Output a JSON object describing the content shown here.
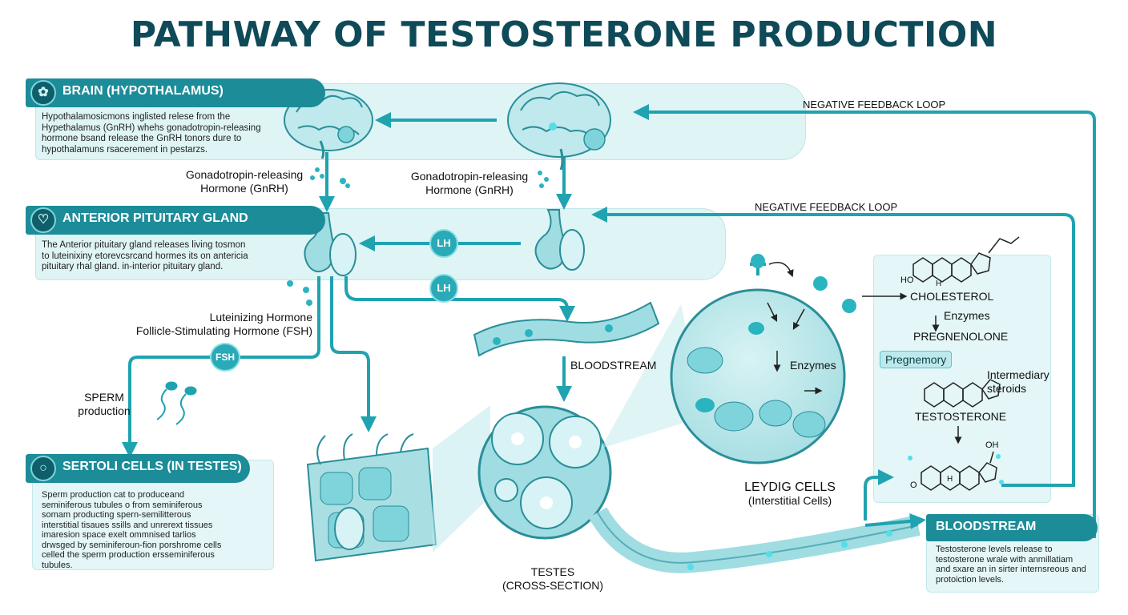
{
  "title": "PATHWAY OF TESTOSTERONE PRODUCTION",
  "colors": {
    "primary": "#1c8c99",
    "arrow": "#1fa3b0",
    "pale": "#dff4f5",
    "dark": "#0f4a58"
  },
  "hypothalamus": {
    "header": "BRAIN (HYPOTHALAMUS)",
    "icon": "brain-icon",
    "text": [
      "Hypothalamosicmons inglisted relese from the",
      "Hypethalamus (GnRH) whehs gonadotropin-releasing",
      "hormone bsand release the GnRH tonors dure to",
      "hypothalamuns rsacerement in pestarzs."
    ]
  },
  "pituitary": {
    "header": "ANTERIOR PITUITARY GLAND",
    "icon": "gland-icon",
    "text": [
      "The Anterior pituitary gland releases living tosmon",
      "to luteinixiny etorevcsrcand hormes its on antericia",
      "pituitary rhal gland. in-interior pituitary gland."
    ]
  },
  "sertoli": {
    "header": "SERTOLI CELLS (IN TESTES)",
    "icon": "cells-icon",
    "text": [
      "Sperm production cat to produceand",
      "seminiferous tubules o from seminiferous",
      "somam producting spern-semilitterous",
      "interstitial tisaues ssills and unrerext tissues",
      "imaresion space exelt ommnised tarlios",
      "drwsged by seminiferoun-fion porshrome cells",
      "celled the sperm production ersseminiferous",
      "tubules."
    ]
  },
  "bloodstream_panel": {
    "header": "BLOODSTREAM",
    "text": [
      "Testosterone levels release to",
      "testosterone wrale with anmillatiam",
      "and sxare an in sirter internsreous and",
      "protoiction levels."
    ]
  },
  "labels": {
    "gnrh_left": [
      "Gonadotropin-releasing",
      "Hormone (GnRH)"
    ],
    "gnrh_right": [
      "Gonadotropin-releasing",
      "Hormone (GnRH)"
    ],
    "lh_fsh": [
      "Luteinizing Hormone",
      "Follicle-Stimulating Hormone (FSH)"
    ],
    "sperm": [
      "SPERM",
      "production"
    ],
    "bloodstream": "BLOODSTREAM",
    "testes": [
      "TESTES",
      "(CROSS-SECTION)"
    ],
    "leydig": [
      "LEYDIG CELLS",
      "(Interstitial Cells)"
    ],
    "enzymes_cell": "Enzymes",
    "feedback_top": "NEGATIVE FEEDBACK LOOP",
    "feedback_mid": "NEGATIVE FEEDBACK LOOP"
  },
  "bubbles": {
    "lh_top": "LH",
    "lh_bottom": "LH",
    "fsh": "FSH"
  },
  "synthesis": {
    "ho": "HO",
    "oh": "OH",
    "o": "O",
    "h": "H",
    "cholesterol": "CHOLESTEROL",
    "enzymes": "Enzymes",
    "pregnenolone": "PREGNENOLONE",
    "chip": "Pregnemory",
    "intermediary": [
      "Intermediary",
      "steroids"
    ],
    "testosterone": "TESTOSTERONE"
  }
}
